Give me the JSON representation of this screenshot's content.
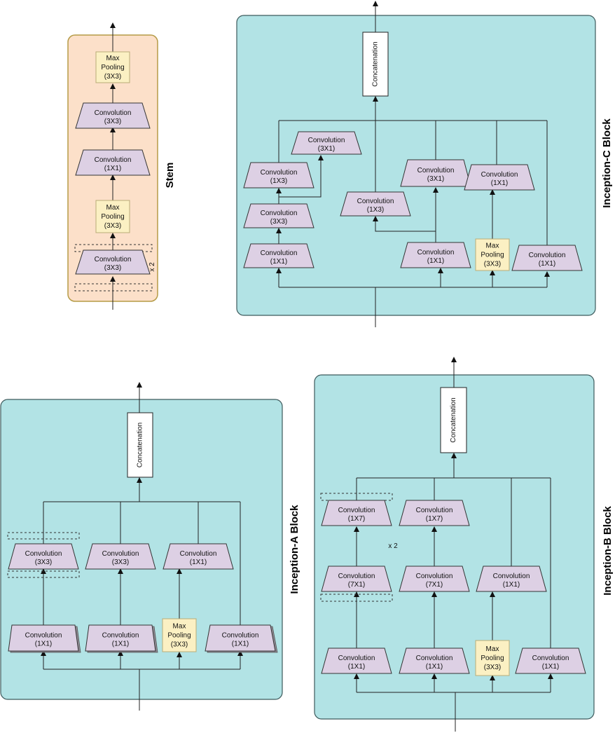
{
  "labels": {
    "conv": "Convolution",
    "pool_line1": "Max",
    "pool_line2": "Pooling",
    "concat": "Concatenation",
    "k1x1": "(1X1)",
    "k3x3": "(3X3)",
    "k1x3": "(1X3)",
    "k3x1": "(3X1)",
    "k1x7": "(1X7)",
    "k7x1": "(7X1)",
    "x2": "x 2"
  },
  "titles": {
    "stem": "Stem",
    "inception_a": "Inception-A Block",
    "inception_b": "Inception-B Block",
    "inception_c": "Inception-C Block"
  },
  "colors": {
    "block_fill": "#b2e3e5",
    "stem_fill": "#fce0c9",
    "conv_fill": "#ddd0e4",
    "pool_fill": "#fbf0c3"
  }
}
